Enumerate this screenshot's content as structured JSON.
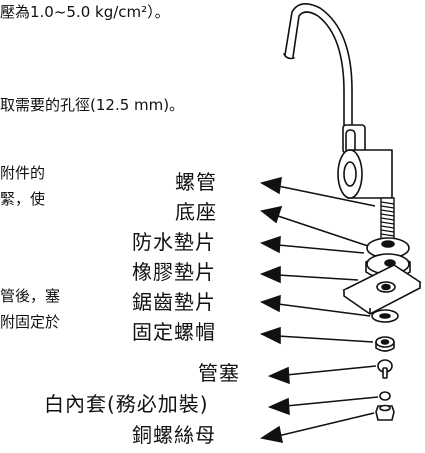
{
  "instructions": {
    "line1": "壓為1.0~5.0 kg/cm²）。",
    "line2": "取需要的孔徑(12.5 mm)。",
    "line3": "附件的",
    "line4": "緊，使",
    "line5": "管後，塞",
    "line6": "附固定於"
  },
  "parts": [
    {
      "label": "螺管"
    },
    {
      "label": "底座"
    },
    {
      "label": "防水墊片"
    },
    {
      "label": "橡膠墊片"
    },
    {
      "label": "鋸齒墊片"
    },
    {
      "label": "固定螺帽"
    },
    {
      "label": "管塞"
    },
    {
      "label": "白內套(務必加裝)"
    },
    {
      "label": "銅螺絲母"
    }
  ],
  "colors": {
    "line": "#111111",
    "fill": "#ffffff"
  }
}
